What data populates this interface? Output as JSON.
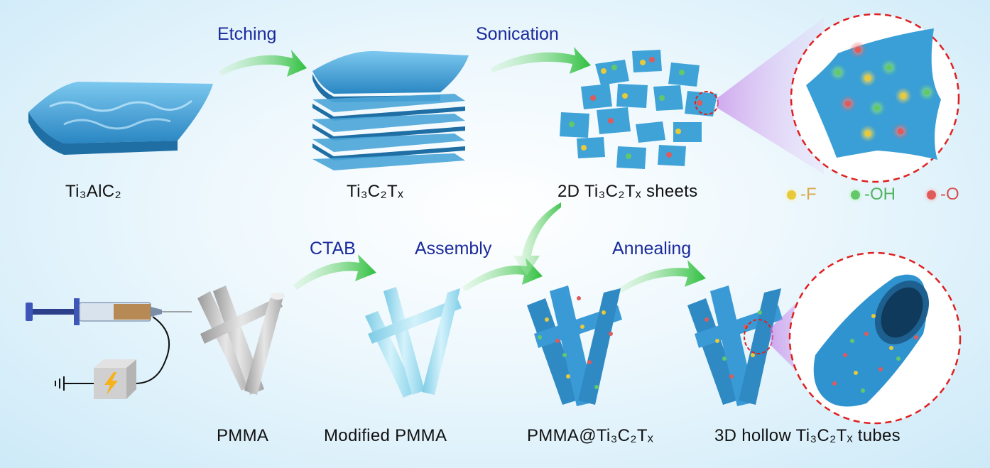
{
  "steps": {
    "etching": "Etching",
    "sonication": "Sonication",
    "ctab": "CTAB",
    "assembly": "Assembly",
    "annealing": "Annealing"
  },
  "labels": {
    "ti3alc2": "Ti₃AlC₂",
    "ti3c2tx": "Ti₃C₂Tₓ",
    "sheets": "2D Ti₃C₂Tₓ sheets",
    "pmma": "PMMA",
    "modified_pmma": "Modified PMMA",
    "pmma_ti3c2tx": "PMMA@Ti₃C₂Tₓ",
    "tubes": "3D hollow Ti₃C₂Tₓ tubes"
  },
  "legend": [
    {
      "text": "-F",
      "color": "#e8c93a",
      "text_color": "#d9a94a"
    },
    {
      "text": "-OH",
      "color": "#63c86a",
      "text_color": "#4fb45f"
    },
    {
      "text": "-O",
      "color": "#e05a5a",
      "text_color": "#d95050"
    }
  ],
  "colors": {
    "mxene": "#3fa3d8",
    "arrow": "#39c24a",
    "step_text": "#1a2a9c",
    "pmma": "#b8b8b8",
    "modified_pmma": "#9fdcef",
    "zoom_circle": "#e02020"
  },
  "icons": [
    "syringe-icon",
    "power-supply-icon",
    "ground-icon",
    "lightning-icon"
  ]
}
